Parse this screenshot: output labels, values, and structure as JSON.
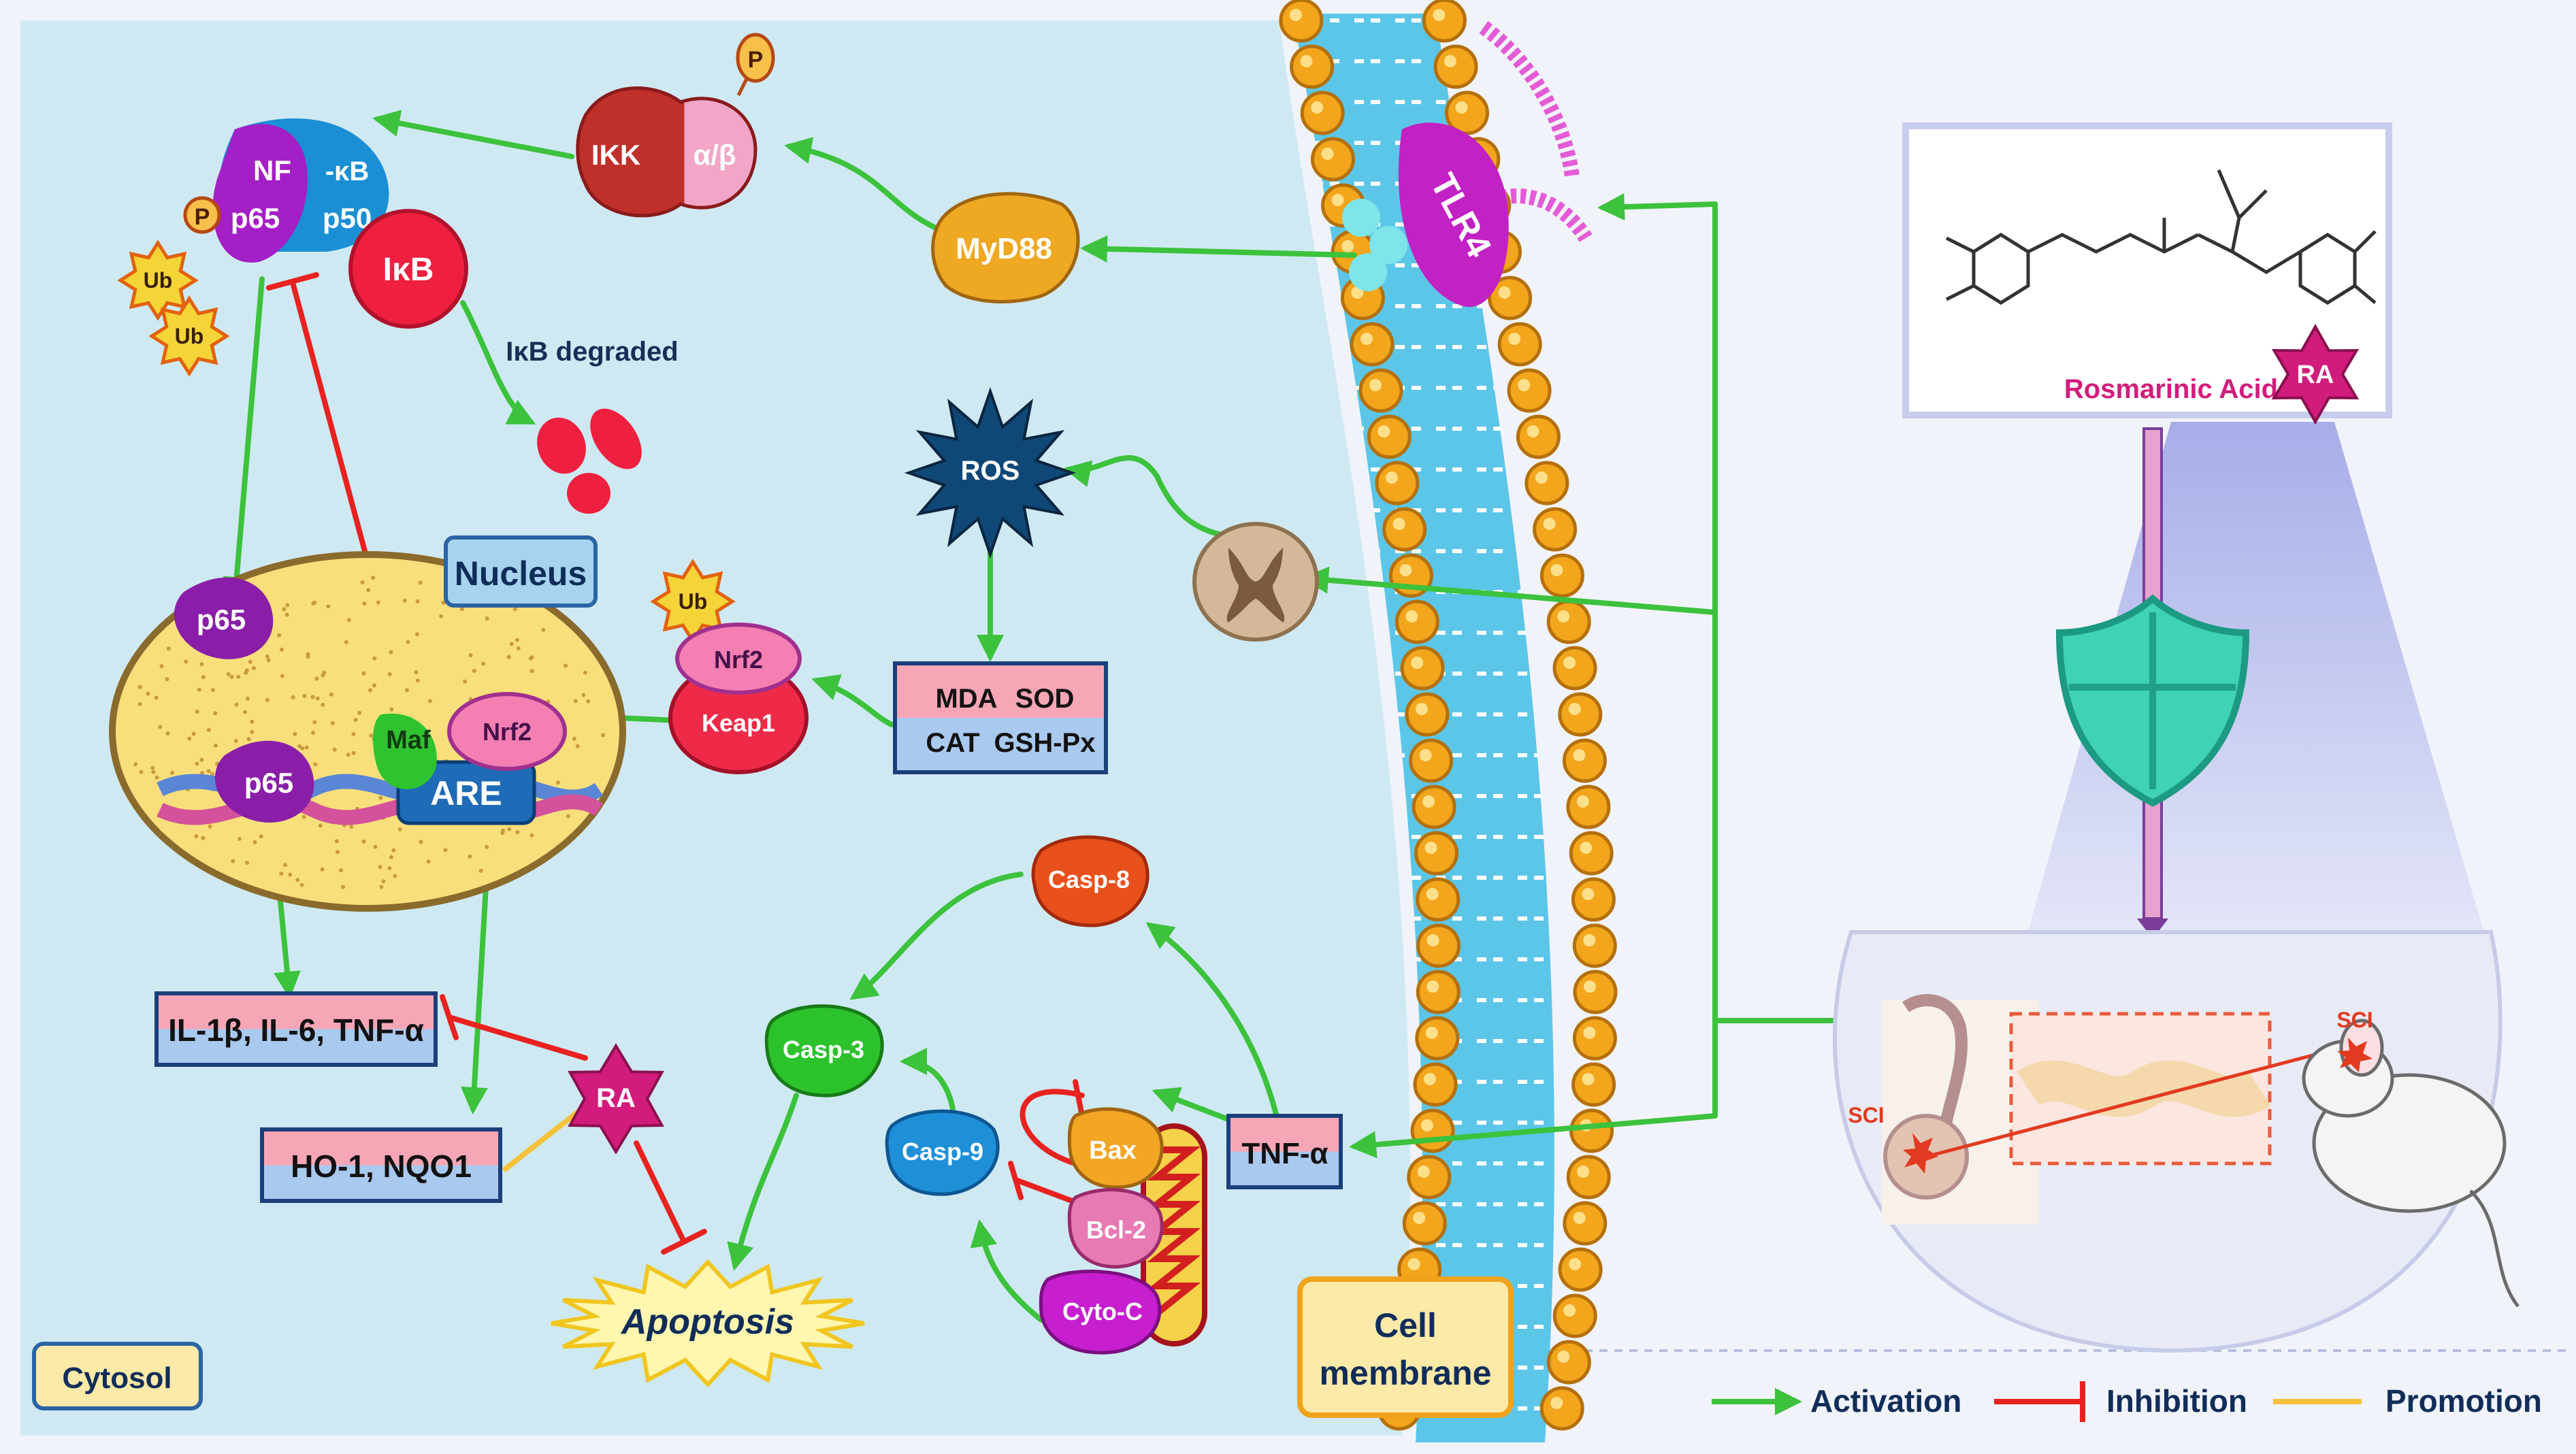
{
  "colors": {
    "cytosol_bg": "#cfe9f3",
    "extracellular_bg": "#f1f3fa",
    "activation": "#3cc23c",
    "inhibition": "#e8221f",
    "promotion": "#f5c23c",
    "membrane_bead": "#f3a51b",
    "label_box": "#fde9a8"
  },
  "labels": {
    "cytosol": "Cytosol",
    "cell_membrane_line1": "Cell",
    "cell_membrane_line2": "membrane",
    "nucleus": "Nucleus",
    "tlr4": "TLR4",
    "myd88": "MyD88",
    "ikk": "IKK",
    "ikk_ab": "α/β",
    "p": "P",
    "nf": "NF",
    "kb": "-κB",
    "p65": "p65",
    "p50": "p50",
    "ikb": "IκB",
    "ub": "Ub",
    "ikb_degraded": "IκB degraded",
    "ros": "ROS",
    "mda": "MDA",
    "sod": "SOD",
    "cat": "CAT",
    "gshpx": "GSH-Px",
    "nrf2": "Nrf2",
    "keap1": "Keap1",
    "maf": "Maf",
    "are": "ARE",
    "cytokines": "IL-1β, IL-6, TNF-α",
    "ho1": "HO-1, NQO1",
    "ra": "RA",
    "apoptosis": "Apoptosis",
    "casp8": "Casp-8",
    "casp3": "Casp-3",
    "casp9": "Casp-9",
    "bax": "Bax",
    "bcl2": "Bcl-2",
    "cytoc": "Cyto-C",
    "tnfa": "TNF-α",
    "rosmarinic_acid": "Rosmarinic Acid",
    "sci": "SCI"
  },
  "legend": {
    "activation": "Activation",
    "inhibition": "Inhibition",
    "promotion": "Promotion"
  }
}
